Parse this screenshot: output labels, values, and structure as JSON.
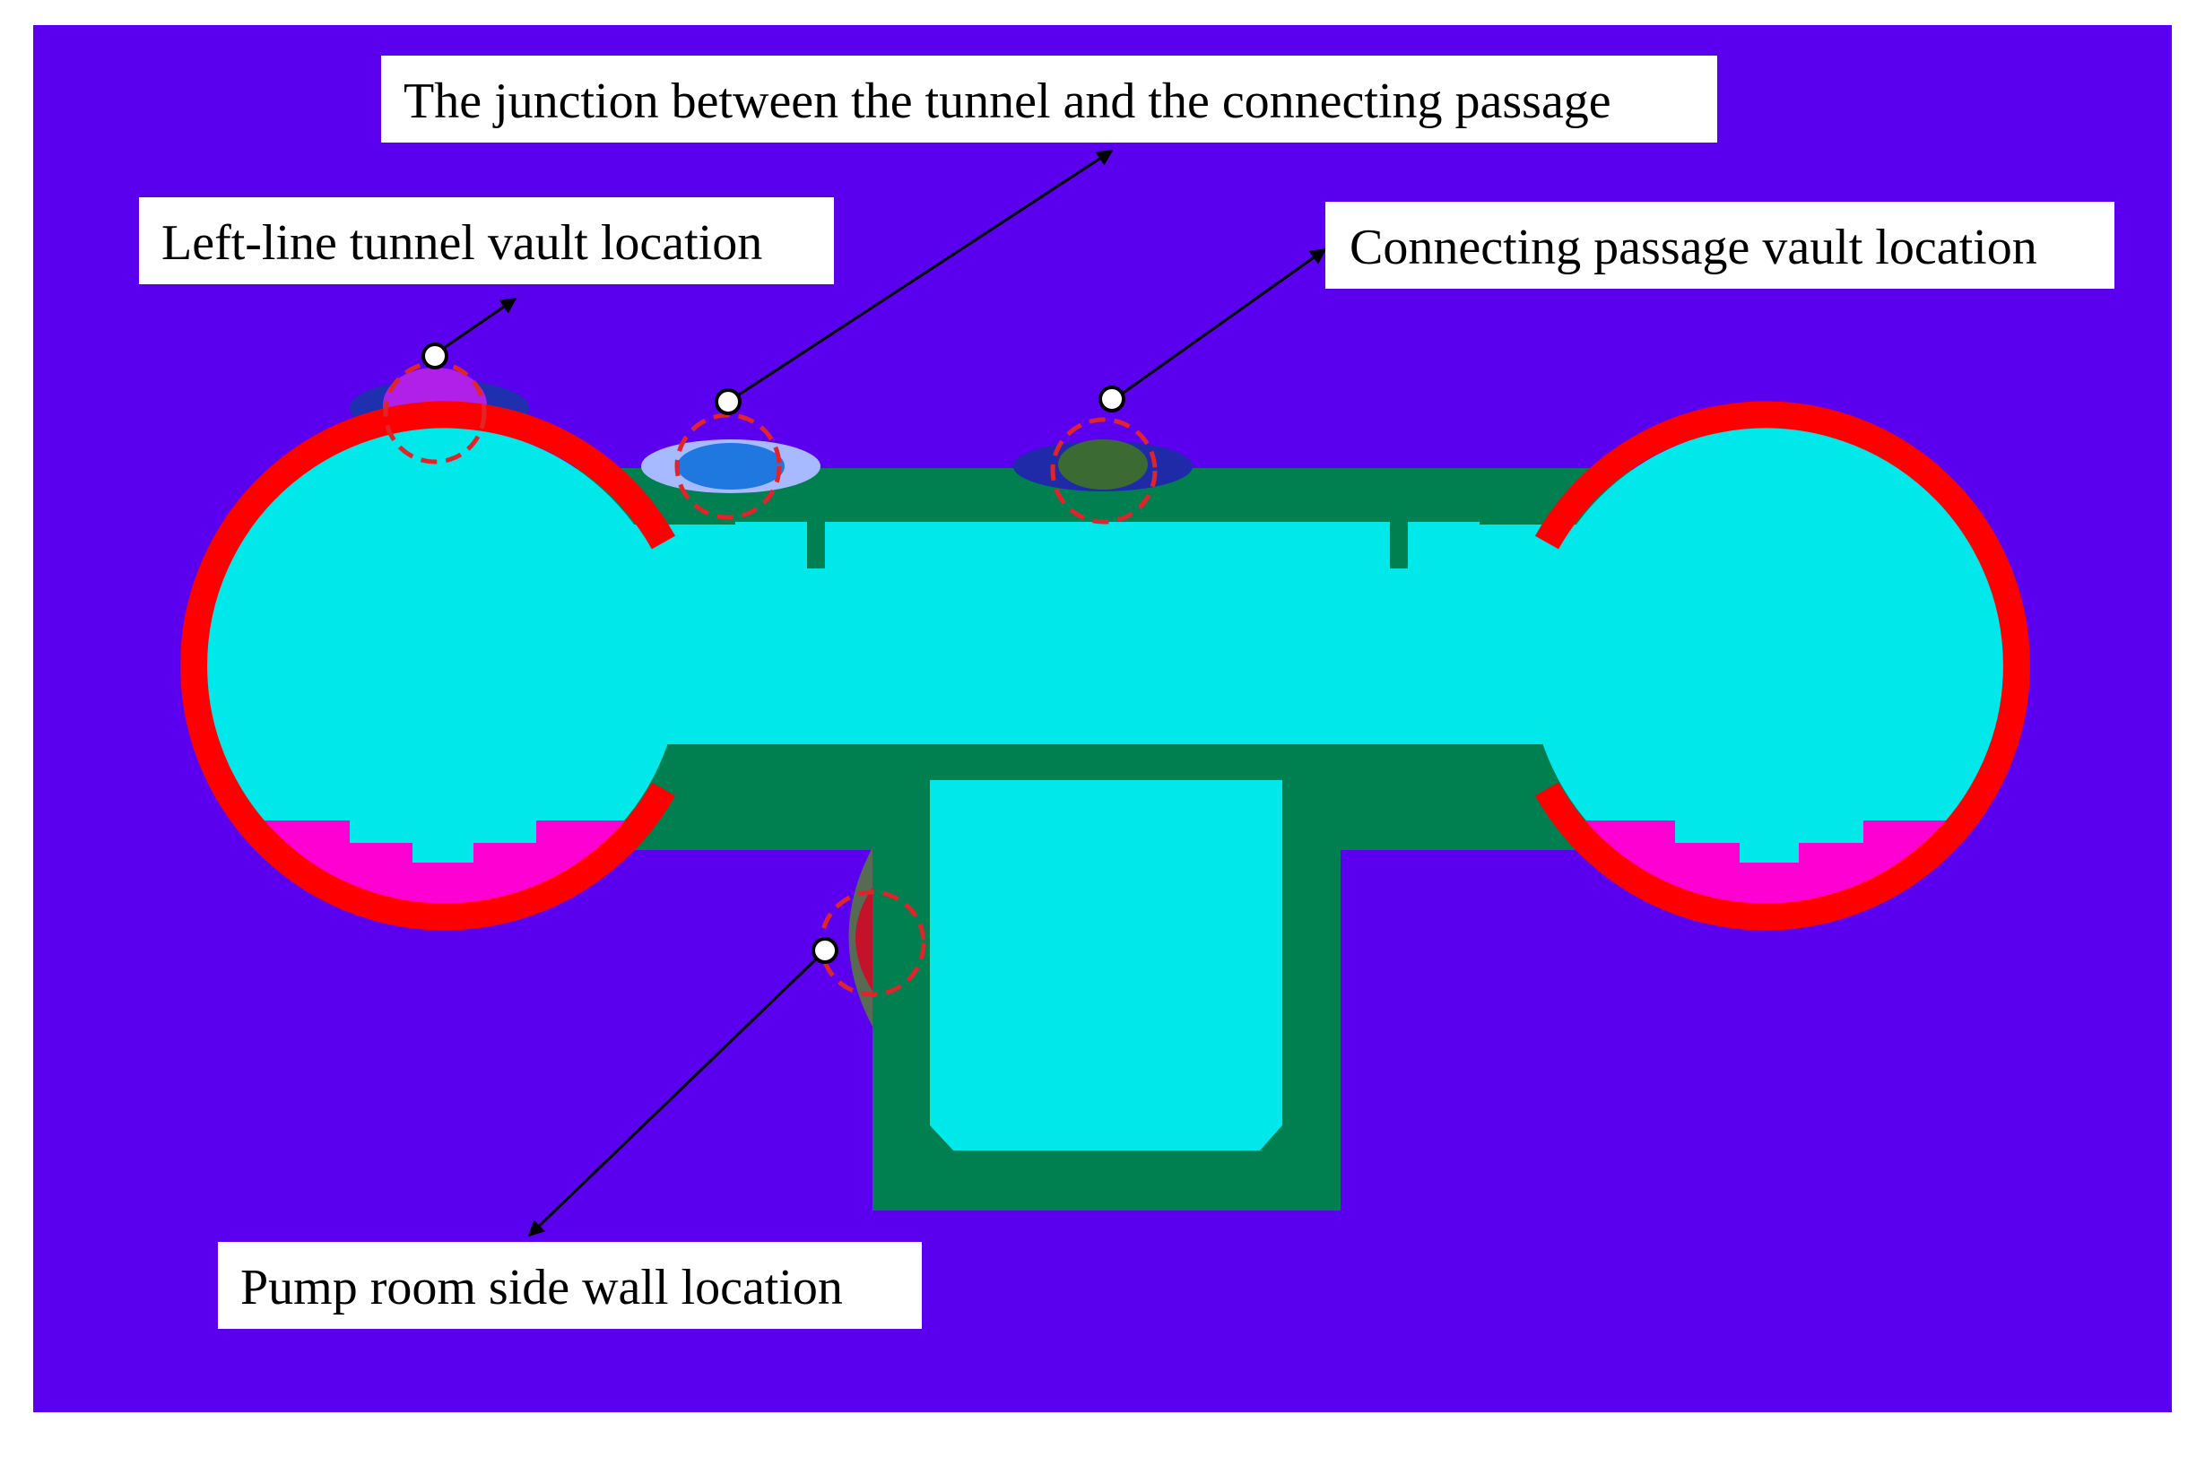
{
  "colors": {
    "background": "#5b00ee",
    "soil_outer": "#ffffff",
    "lining": "#ff0000",
    "interior": "#00e8ea",
    "structure": "#007f50",
    "invert": "#ff00d2",
    "highlight_circle": "#e0242a",
    "arrow": "#000000",
    "label_box": "#ffffff"
  },
  "labels": {
    "junction": "The junction between the tunnel and the connecting passage",
    "left_vault": "Left-line tunnel vault location",
    "passage_vault": "Connecting passage vault location",
    "pump_wall": "Pump room side wall location"
  }
}
